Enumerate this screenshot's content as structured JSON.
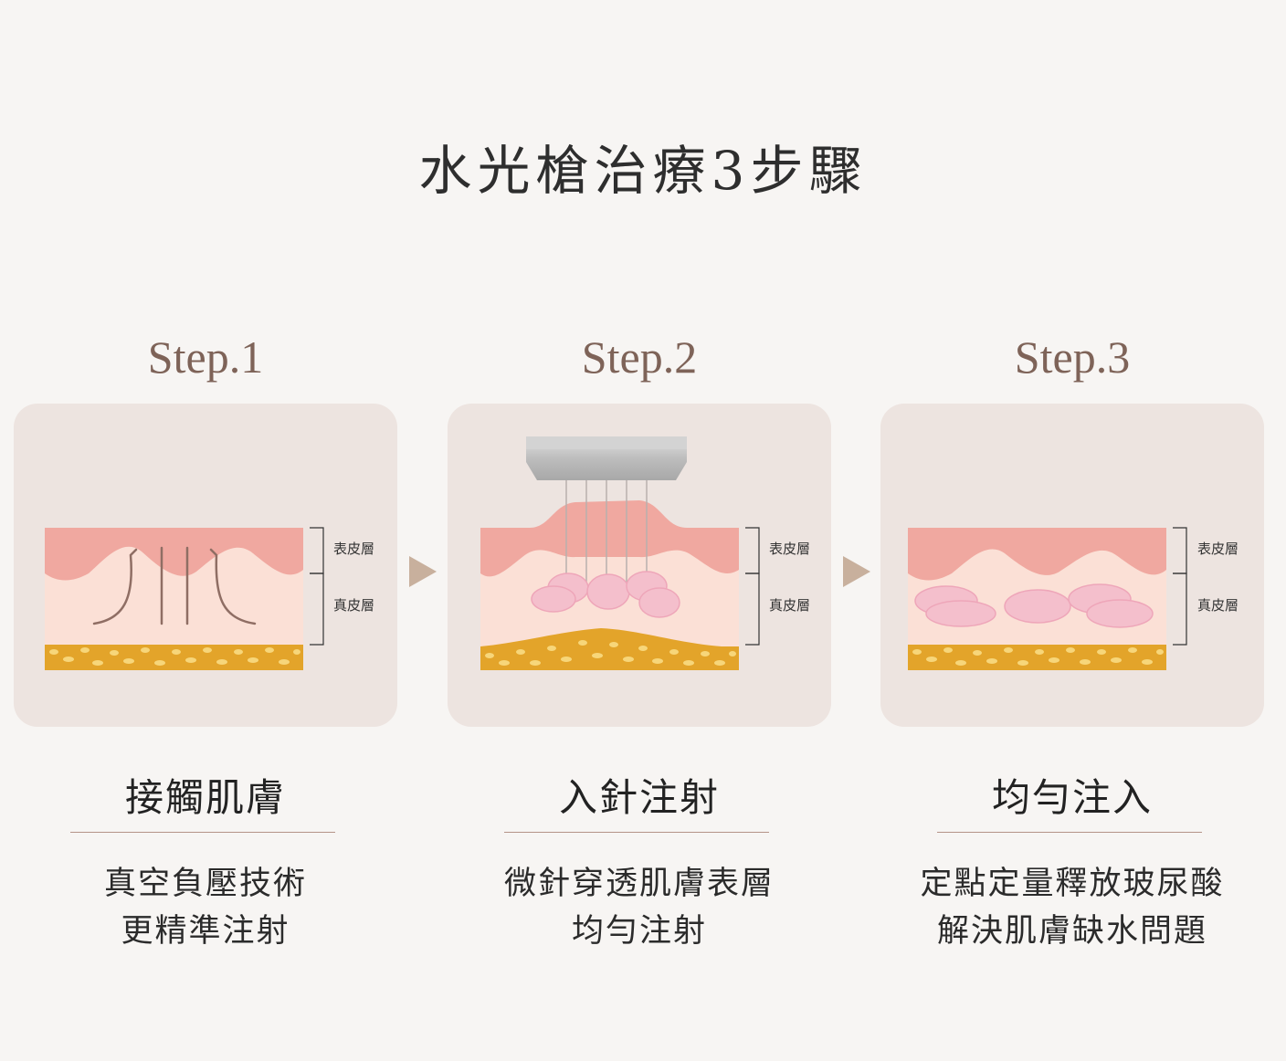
{
  "title": "水光槍治療3步驟",
  "layer_labels": {
    "epidermis": "表皮層",
    "dermis": "真皮層"
  },
  "colors": {
    "epidermis": "#f0a8a0",
    "dermis": "#fbe0d6",
    "fat": "#e3a42a",
    "fat_dot": "#f7d67a",
    "card_bg": "#ede4e0",
    "step_label": "#7e6358",
    "arrow": "#c8b09d",
    "bubble": "#f4bfcc"
  },
  "steps": [
    {
      "label": "Step.1",
      "heading": "接觸肌膚",
      "lines": [
        "真空負壓技術",
        "更精準注射"
      ]
    },
    {
      "label": "Step.2",
      "heading": "入針注射",
      "lines": [
        "微針穿透肌膚表層",
        "均勻注射"
      ]
    },
    {
      "label": "Step.3",
      "heading": "均勻注入",
      "lines": [
        "定點定量釋放玻尿酸",
        "解決肌膚缺水問題"
      ]
    }
  ]
}
